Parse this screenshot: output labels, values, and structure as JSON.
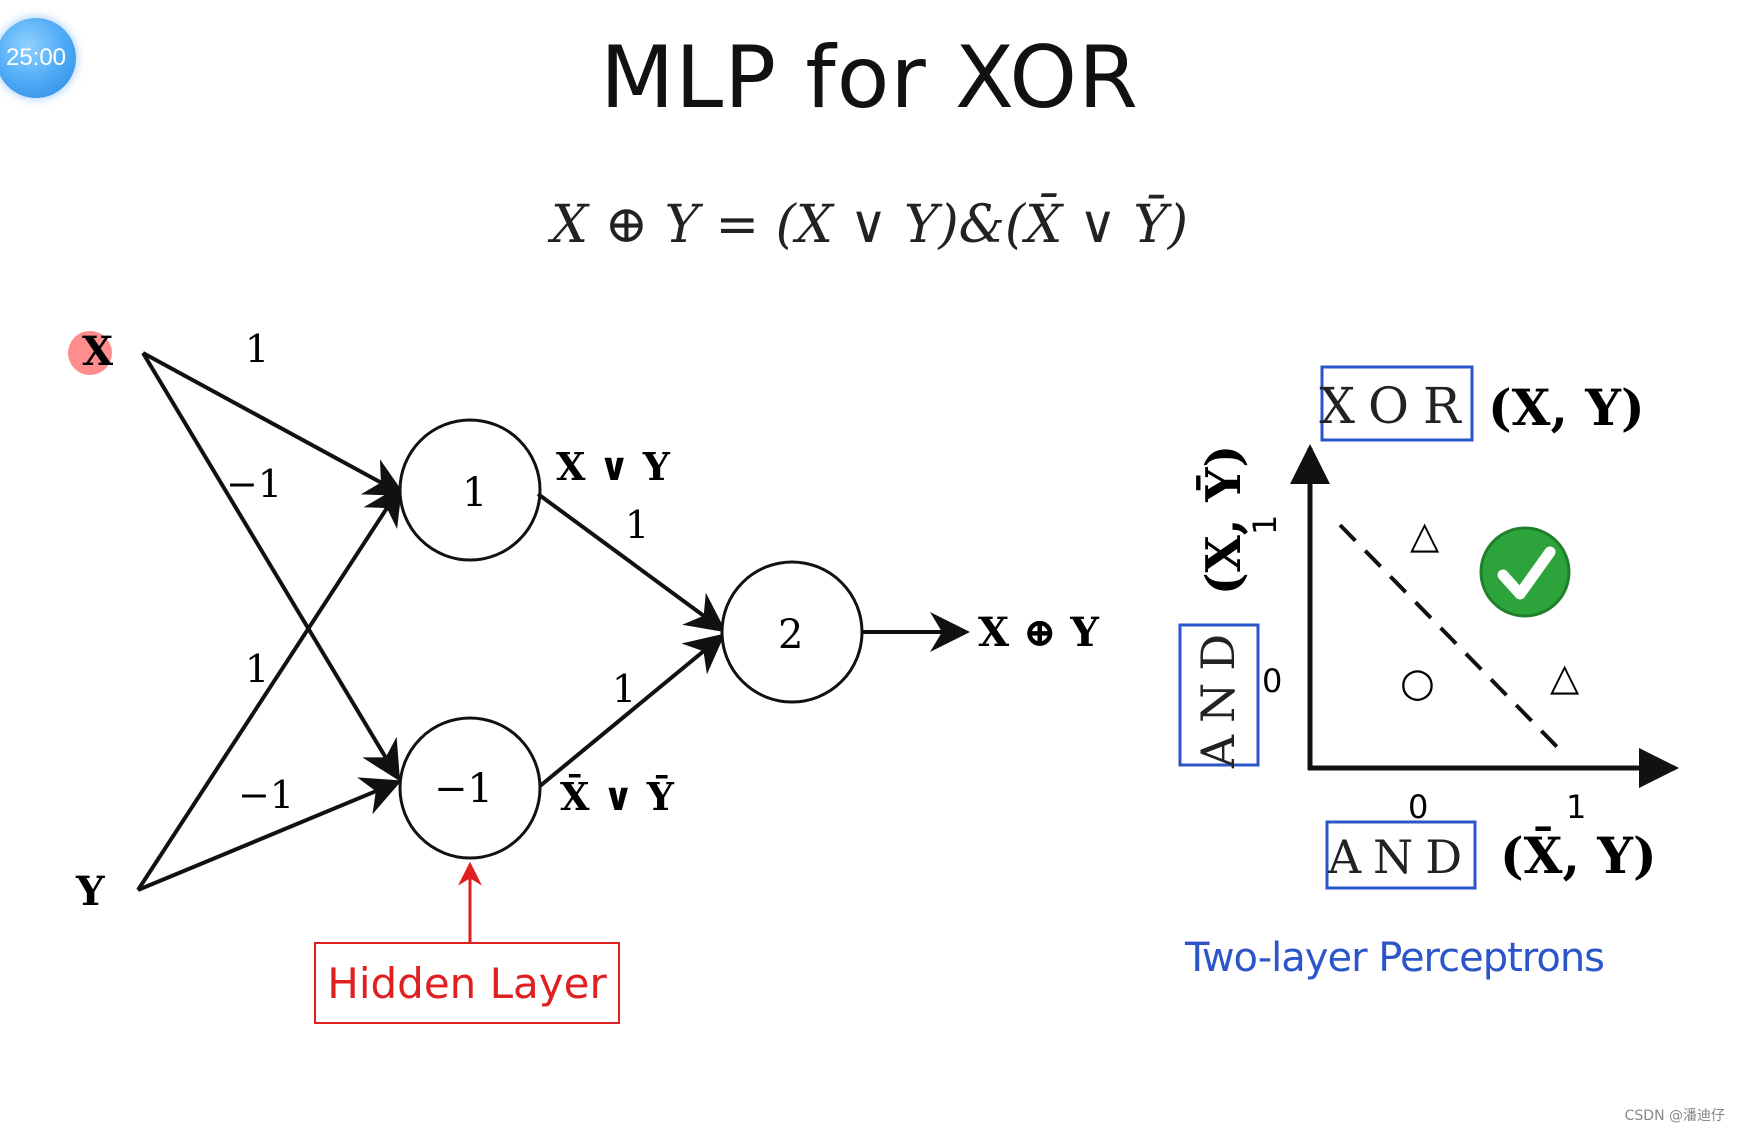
{
  "timer": "25:00",
  "title": "MLP for XOR",
  "formula": "X ⊕ Y = (X ∨ Y)&(X̄ ∨ Ȳ)",
  "network": {
    "input_x": "X",
    "input_y": "Y",
    "weight_x_h1": "1",
    "weight_x_h2": "−1",
    "weight_y_h1": "1",
    "weight_y_h2": "−1",
    "h1_bias": "1",
    "h2_bias": "−1",
    "h1_label": "X ∨ Y",
    "h2_label": "X̄ ∨ Ȳ",
    "weight_h1_out": "1",
    "weight_h2_out": "1",
    "out_bias": "2",
    "output_label": "X ⊕ Y",
    "hidden_layer_label": "Hidden Layer"
  },
  "plot": {
    "xor_box": "XOR",
    "top_label": "(X, Y)",
    "and_box_left": "AND",
    "left_label": "(X, Ȳ)",
    "and_box_bottom": "AND",
    "bottom_label": "(X̄, Y)",
    "y_tick_0": "0",
    "x_tick_0": "0",
    "x_tick_1": "1",
    "y_tick_1": "1",
    "triangle_mark": "△",
    "circle_mark": "○",
    "caption": "Two-layer Perceptrons"
  },
  "colors": {
    "hidden_layer": "#e02020",
    "box_blue": "#2b55c9",
    "check_green": "#2da43b"
  },
  "watermark": "CSDN @潘迪仔"
}
